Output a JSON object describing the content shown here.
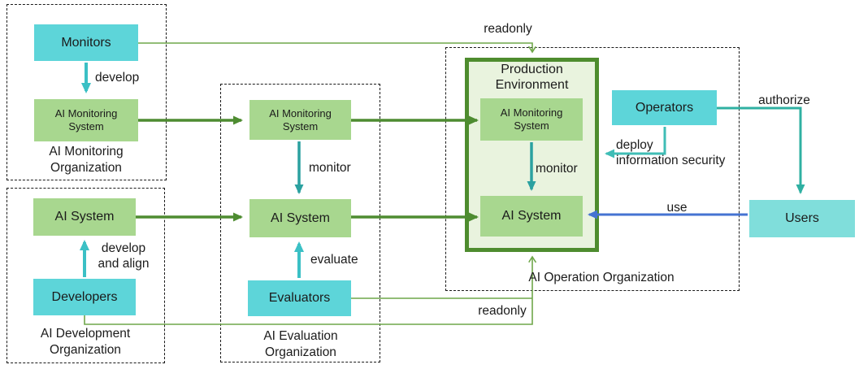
{
  "orgs": {
    "monitoring": {
      "label": "AI Monitoring Organization"
    },
    "development": {
      "label": "AI Development Organization"
    },
    "evaluation": {
      "label": "AI Evaluation Organization"
    },
    "operation": {
      "label": "AI Operation Organization"
    }
  },
  "nodes": {
    "monitors": "Monitors",
    "aims_monitoring": "AI Monitoring System",
    "ai_system_dev": "AI System",
    "developers": "Developers",
    "aims_eval": "AI Monitoring System",
    "ai_system_eval": "AI System",
    "evaluators": "Evaluators",
    "production_environment": "Production Environment",
    "aims_prod": "AI Monitoring System",
    "ai_system_prod": "AI System",
    "operators": "Operators",
    "users": "Users"
  },
  "edges": {
    "develop": "develop",
    "monitor_eval": "monitor",
    "monitor_prod": "monitor",
    "evaluate": "evaluate",
    "develop_and_align": {
      "line1": "develop",
      "line2": "and align"
    },
    "deploy": {
      "line1": "deploy",
      "line2": "information security"
    },
    "authorize": "authorize",
    "use": "use",
    "readonly_top": "readonly",
    "readonly_bottom": "readonly"
  },
  "colors": {
    "cyan_box": "#5dd5d9",
    "cyan_box_light": "#80dedb",
    "green_box": "#a8d78f",
    "pe_fill": "#e9f3de",
    "pe_border": "#4e8c2e",
    "arrow_green": "#4e8c31",
    "arrow_teal": "#2ba1a0",
    "arrow_cyan": "#3bc0c5",
    "arrow_deploy": "#3fbdb6",
    "arrow_authorize": "#2fb0a2",
    "arrow_blue": "#4573d2",
    "line_readonly": "#6fa74a",
    "dashed_border": "#1a1a1a",
    "text": "#1b1b1b"
  }
}
